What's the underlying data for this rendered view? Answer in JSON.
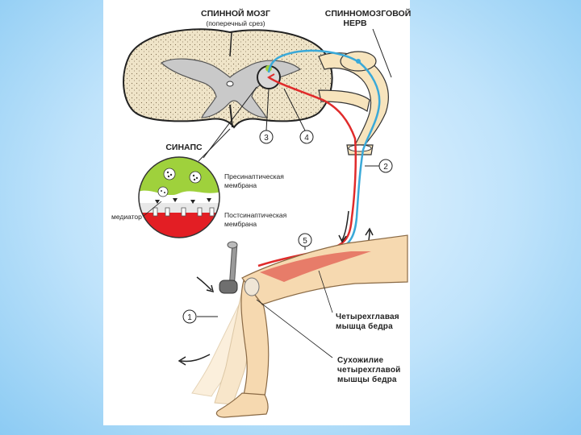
{
  "labels": {
    "spinal_cord_title": "СПИННОЙ МОЗГ",
    "spinal_cord_subtitle": "(поперечный срез)",
    "nerve_line1": "СПИННОМОЗГОВОЙ",
    "nerve_line2": "НЕРВ",
    "synapse": "СИНАПС",
    "presyn_line1": "Пресинаптическая",
    "presyn_line2": "мембрана",
    "postsyn_line1": "Постсинаптическая",
    "postsyn_line2": "мембрана",
    "mediator": "медиатор",
    "muscle_line1": "Четырехглавая",
    "muscle_line2": "мышца бедра",
    "tendon_line1": "Сухожилие",
    "tendon_line2": "четырехглавой",
    "tendon_line3": "мышцы бедра"
  },
  "markers": [
    "1",
    "2",
    "3",
    "4",
    "5"
  ],
  "colors": {
    "sensory_path": "#3aa9d8",
    "motor_path": "#e02b2b",
    "synapse_green": "#9fd13c",
    "synapse_red": "#e31e24",
    "gray_matter": "#c9c9c9",
    "white_matter": "#efe4c8",
    "skin": "#f6d9b0"
  }
}
